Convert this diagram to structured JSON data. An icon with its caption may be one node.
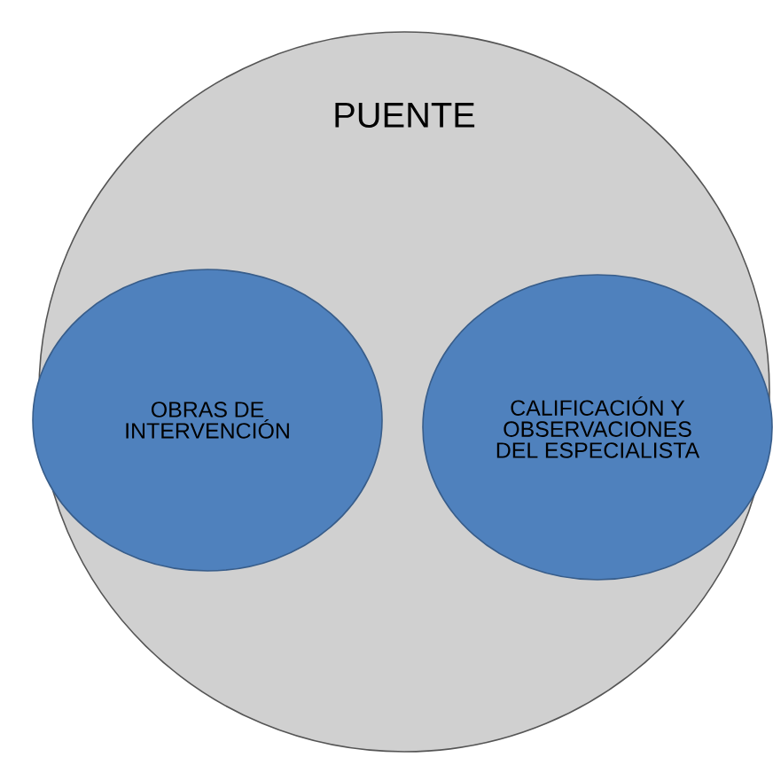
{
  "diagram": {
    "nodes": [
      {
        "text": [
          "PUENTE"
        ]
      },
      {
        "text": [
          "OBRAS DE INTERVENCIÓN"
        ],
        "in": 0
      },
      {
        "text": [
          "CALIFICACIÓN Y OBSERVACIONES DEL ESPECIALISTA"
        ],
        "in": 0
      }
    ]
  }
}
